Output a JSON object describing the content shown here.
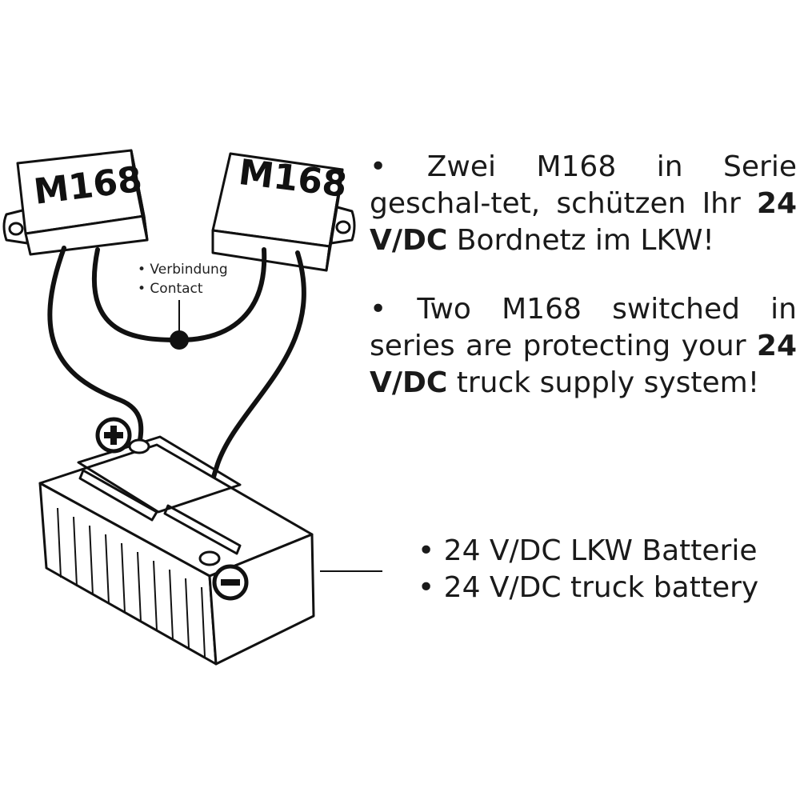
{
  "modules": [
    {
      "label": "M168"
    },
    {
      "label": "M168"
    }
  ],
  "junction": {
    "line1": "• Verbindung",
    "line2": "• Contact"
  },
  "battery": {
    "positive_symbol": "+",
    "negative_symbol": "−"
  },
  "text_de": {
    "part1": "• Zwei M168 in Serie geschal-tet, schützen Ihr ",
    "bold": "24 V/DC",
    "part2": " Bordnetz im LKW!"
  },
  "text_en": {
    "part1": "• Two M168 switched in series are protecting your ",
    "bold": "24 V/DC",
    "part2": " truck supply system!"
  },
  "battery_label": {
    "de": "• 24 V/DC LKW Batterie",
    "en": "• 24 V/DC truck battery"
  }
}
